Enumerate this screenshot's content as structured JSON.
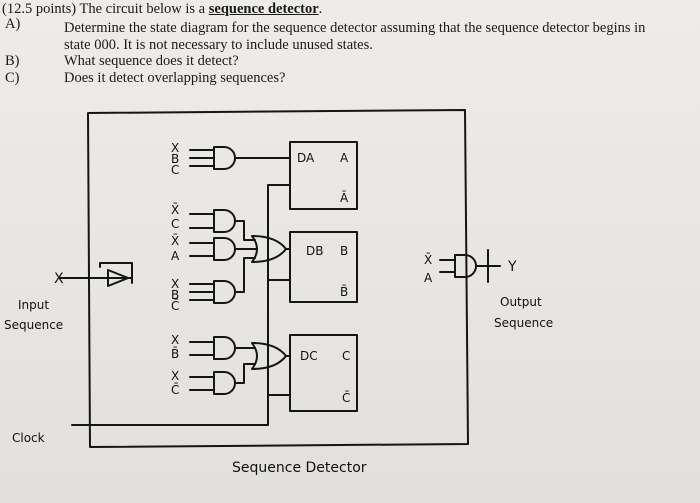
{
  "question": {
    "points": "(12.5 points)",
    "intro": "The circuit below is a",
    "intro_underlined": "sequence detector",
    "intro_end": ".",
    "parts": [
      {
        "label": "A)",
        "text": "Determine the state diagram for the sequence detector assuming that the sequence detector begins in",
        "text2": "state 000.  It is not necessary to include unused states."
      },
      {
        "label": "B)",
        "text": "What sequence does it detect?"
      },
      {
        "label": "C)",
        "text": "Does it detect overlapping sequences?"
      }
    ]
  },
  "circuit": {
    "input_label": "X",
    "input_caption_1": "Input",
    "input_caption_2": "Sequence",
    "clock_label": "Clock",
    "output_label": "Y",
    "output_caption_1": "Output",
    "output_caption_2": "Sequence",
    "title": "Sequence Detector",
    "ff_a": {
      "d": "DA",
      "q": "A",
      "qbar": "Ā"
    },
    "ff_b": {
      "d": "DB",
      "q": "B",
      "qbar": "B̄"
    },
    "ff_c": {
      "d": "DC",
      "q": "C",
      "qbar": "C̄"
    },
    "gate1_inputs": [
      "X",
      "B",
      "C"
    ],
    "gate2_inputs": [
      "X̄",
      "C"
    ],
    "gate3_inputs": [
      "X̄",
      "A"
    ],
    "gate4_inputs": [
      "X",
      "B",
      "C̄"
    ],
    "gate5_inputs": [
      "X",
      "B̄"
    ],
    "gate6_inputs": [
      "X",
      "C̄"
    ],
    "out_gate_inputs": [
      "X̄",
      "A"
    ]
  }
}
